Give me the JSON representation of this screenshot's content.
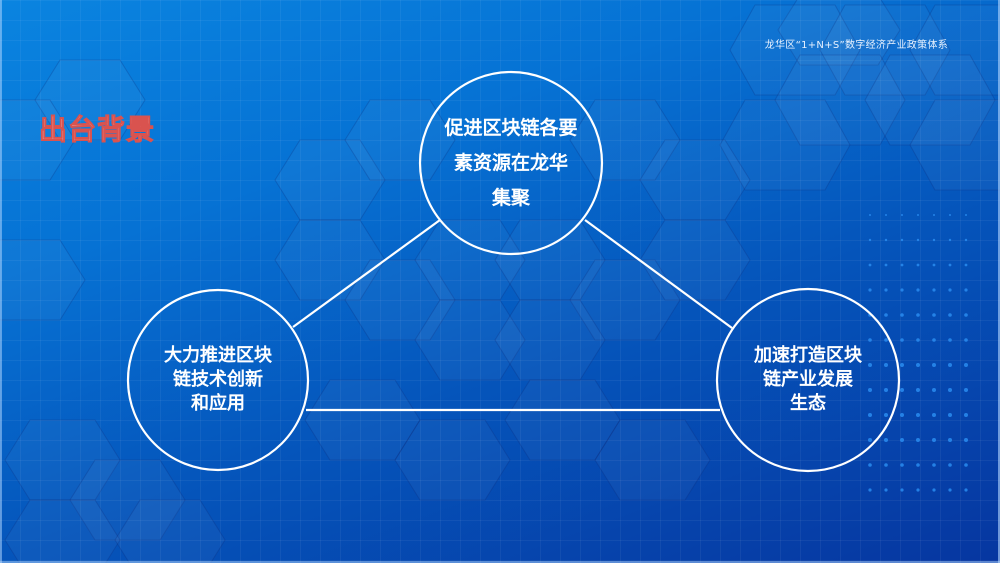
{
  "header": {
    "title": "龙华区“1+N+S”数字经济产业政策体系"
  },
  "section": {
    "title": "出台背景"
  },
  "diagram": {
    "nodes": [
      {
        "id": "top",
        "lines": [
          "促进区块链各要",
          "素资源在龙华",
          "集聚"
        ]
      },
      {
        "id": "left",
        "lines": [
          "大力推进区块",
          "链技术创新",
          "和应用"
        ]
      },
      {
        "id": "right",
        "lines": [
          "加速打造区块",
          "链产业发展",
          "生态"
        ]
      }
    ],
    "edges": [
      {
        "from": "left",
        "to": "top"
      },
      {
        "from": "top",
        "to": "right"
      },
      {
        "from": "left",
        "to": "right"
      }
    ]
  },
  "colors": {
    "background_top": "#0a84e0",
    "background_bottom": "#0636a0",
    "title_fill": "#f6c3c3",
    "title_stroke": "#d9534f",
    "line": "#ffffff"
  }
}
